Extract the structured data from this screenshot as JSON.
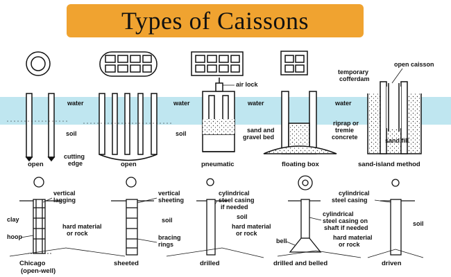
{
  "title": "Types of Caissons",
  "top_row": {
    "captions": [
      "open",
      "open",
      "pneumatic",
      "floating box",
      "sand-island method"
    ],
    "labels": {
      "water1": "water",
      "water2": "water",
      "water3": "water",
      "water4": "water",
      "soil1": "soil",
      "soil2": "soil",
      "cutting_edge_1": "cutting",
      "cutting_edge_2": "edge",
      "air_lock": "air lock",
      "sand_gravel_1": "sand and",
      "sand_gravel_2": "gravel bed",
      "riprap_1": "riprap or",
      "riprap_2": "tremie",
      "riprap_3": "concrete",
      "temp_coffer_1": "temporary",
      "temp_coffer_2": "cofferdam",
      "open_caisson": "open caisson",
      "sand_fill": "sand fill"
    }
  },
  "bottom_row": {
    "captions": {
      "chicago_1": "Chicago",
      "chicago_2": "(open-well)",
      "sheeted": "sheeted",
      "drilled": "drilled",
      "drilled_belled": "drilled and belled",
      "driven": "driven"
    },
    "labels": {
      "vertical_lagging_1": "vertical",
      "vertical_lagging_2": "lagging",
      "clay": "clay",
      "hoop": "hoop",
      "hard_material_1": "hard material",
      "hard_material_2": "or rock",
      "vertical_sheeting_1": "vertical",
      "vertical_sheeting_2": "sheeting",
      "soil_a": "soil",
      "bracing_1": "bracing",
      "bracing_2": "rings",
      "cyl_casing_1": "cylindrical",
      "cyl_casing_2": "steel casing",
      "cyl_casing_3": "if needed",
      "soil_b": "soil",
      "hard_material_b1": "hard material",
      "hard_material_b2": "or rock",
      "bell": "bell",
      "cyl_casing_shaft_1": "cylindrical",
      "cyl_casing_shaft_2": "steel casing on",
      "cyl_casing_shaft_3": "shaft if needed",
      "hard_material_c1": "hard material",
      "hard_material_c2": "or rock",
      "cyl_casing_d1": "cylindrical",
      "cyl_casing_d2": "steel casing",
      "soil_c": "soil"
    }
  },
  "colors": {
    "title_bg": "#f0a330",
    "water": "#bfe6f0",
    "line": "#111111"
  }
}
